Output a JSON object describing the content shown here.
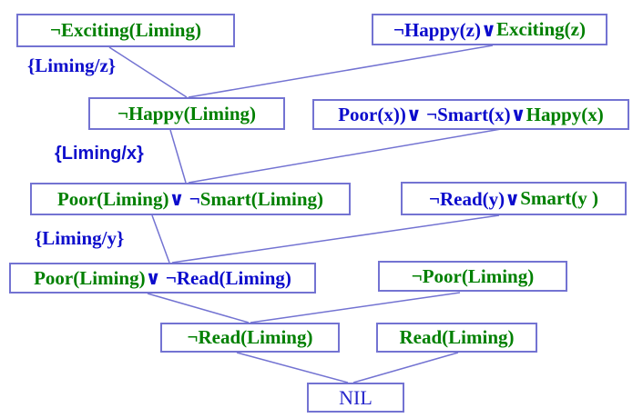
{
  "colors": {
    "green": "#008000",
    "blue": "#0b0bcc",
    "nil_blue": "#2626cc",
    "label_blue": "#0f0fcc",
    "border": "#7373d2",
    "line": "#7373d2",
    "background": "#ffffff"
  },
  "clauses": [
    {
      "name": "not-exciting-liming",
      "segments": [
        {
          "text": "¬Exciting(Liming)",
          "color": "green"
        }
      ]
    },
    {
      "name": "not-happy-z-or-exciting-z",
      "segments": [
        {
          "text": "¬Happy(z)∨",
          "color": "blue"
        },
        {
          "text": "Exciting(z)",
          "color": "green"
        }
      ]
    },
    {
      "name": "not-happy-liming",
      "segments": [
        {
          "text": "¬Happy(Liming)",
          "color": "green"
        }
      ]
    },
    {
      "name": "poor-x-or-not-smart-x-or-happy-x",
      "segments": [
        {
          "text": "Poor(x))∨ ¬Smart(x)∨",
          "color": "blue"
        },
        {
          "text": "Happy(x)",
          "color": "green"
        }
      ]
    },
    {
      "name": "poor-liming-or-not-smart-liming",
      "segments": [
        {
          "text": "Poor(Liming)",
          "color": "green"
        },
        {
          "text": "∨ ¬",
          "color": "blue"
        },
        {
          "text": "Smart(Liming)",
          "color": "green"
        }
      ]
    },
    {
      "name": "not-read-y-or-smart-y",
      "segments": [
        {
          "text": "¬Read(y)∨",
          "color": "blue"
        },
        {
          "text": "Smart(y )",
          "color": "green"
        }
      ]
    },
    {
      "name": "poor-liming-or-not-read-liming",
      "segments": [
        {
          "text": "Poor(Liming)",
          "color": "green"
        },
        {
          "text": "∨ ¬Read(Liming)",
          "color": "blue"
        }
      ]
    },
    {
      "name": "not-poor-liming",
      "segments": [
        {
          "text": "¬Poor(Liming)",
          "color": "green"
        }
      ]
    },
    {
      "name": "not-read-liming",
      "segments": [
        {
          "text": "¬Read(Liming)",
          "color": "green"
        }
      ]
    },
    {
      "name": "read-liming",
      "segments": [
        {
          "text": "Read(Liming)",
          "color": "green"
        }
      ]
    },
    {
      "name": "nil",
      "segments": [
        {
          "text": "NIL",
          "color": "nil_blue"
        }
      ]
    }
  ],
  "substitutions": [
    {
      "name": "liming-for-z",
      "text": "{Liming/z}",
      "color": "label_blue"
    },
    {
      "name": "liming-for-x",
      "text": "{Liming/x}",
      "color": "label_blue"
    },
    {
      "name": "liming-for-y",
      "text": "{Liming/y}",
      "color": "label_blue"
    }
  ]
}
